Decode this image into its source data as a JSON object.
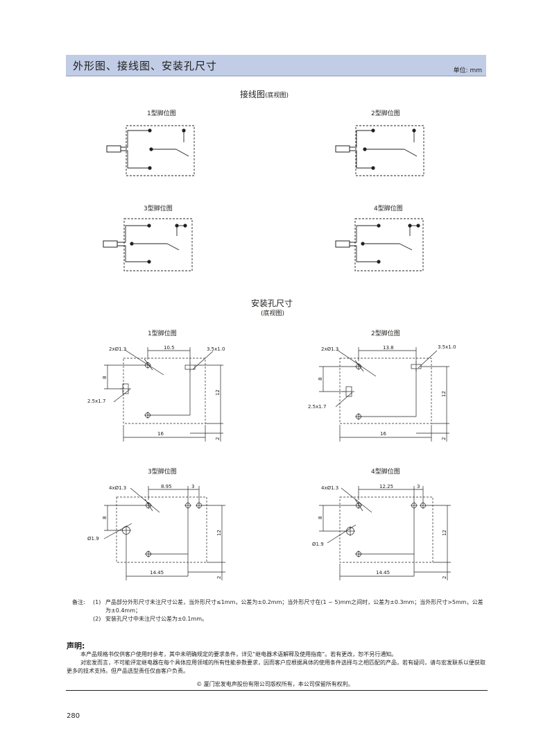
{
  "header": {
    "title": "外形图、接线图、安装孔尺寸",
    "unit": "单位: mm"
  },
  "wiring": {
    "title": "接线图",
    "subtitle": "(底视图)",
    "diagrams": [
      {
        "label": "1型脚位图"
      },
      {
        "label": "2型脚位图"
      },
      {
        "label": "3型脚位图"
      },
      {
        "label": "4型脚位图"
      }
    ]
  },
  "mounting": {
    "title": "安装孔尺寸",
    "subtitle": "(底视图)",
    "diagrams": [
      {
        "label": "1型脚位图",
        "hole_label": "2xØ1.3",
        "spacing": "10.5",
        "slot_label": "3.5x1.0",
        "side_label": "2.5x1.7",
        "dim_8": "8",
        "dim_12": "12",
        "dim_bottom": "16",
        "dim_2": "2"
      },
      {
        "label": "2型脚位图",
        "hole_label": "2xØ1.3",
        "spacing": "13.8",
        "slot_label": "3.5x1.0",
        "side_label": "2.5x1.7",
        "dim_8": "8",
        "dim_12": "12",
        "dim_bottom": "16",
        "dim_2": "2"
      },
      {
        "label": "3型脚位图",
        "hole_label": "4xØ1.3",
        "spacing": "8.95",
        "pitch": "3",
        "side_label": "Ø1.9",
        "dim_8": "8",
        "dim_12": "12",
        "dim_bottom": "14.45",
        "dim_2": "2"
      },
      {
        "label": "4型脚位图",
        "hole_label": "4xØ1.3",
        "spacing": "12.25",
        "pitch": "3",
        "side_label": "Ø1.9",
        "dim_8": "8",
        "dim_12": "12",
        "dim_bottom": "14.45",
        "dim_2": "2"
      }
    ]
  },
  "notes": {
    "lead": "备注:",
    "items": [
      {
        "num": "(1)",
        "text": "产品部分外形尺寸未注尺寸公差，当外形尺寸≤1mm，公差为±0.2mm；当外形尺寸在(1 ~ 5)mm之间时，公差为±0.3mm；当外形尺寸>5mm，公差为±0.4mm；"
      },
      {
        "num": "(2)",
        "text": "安装孔尺寸中未注尺寸公差为±0.1mm。"
      }
    ]
  },
  "declaration": {
    "title": "声明:",
    "paragraphs": [
      "本产品规格书仅供客户使用时参考，其中未明确规定的要求条件，详见“继电器术语解释及使用指南”。若有更改，恕不另行通知。",
      "对宏发而言，不可能评定继电器在每个具体应用领域的所有性能参数要求，因而客户应根据具体的使用条件选择与之相匹配的产品，若有疑问，请与宏发联系以便获取更多的技术支持。但产品选型责任仅由客户负责。"
    ]
  },
  "footer": {
    "copyright": "© 厦门宏发电声股份有限公司版权所有，本公司保留所有权利。",
    "page_number": "280"
  }
}
